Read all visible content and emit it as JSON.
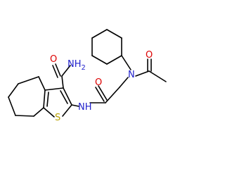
{
  "colors": {
    "background": "#ffffff",
    "bond": "#000000",
    "nitrogen": "#2222cc",
    "oxygen": "#dd0000",
    "sulfur": "#b8a000"
  },
  "atoms": {
    "amide_n": "NH",
    "amide_n_sub": "2",
    "amide_o": "O",
    "thiophene_s": "S",
    "amine_n": "NH",
    "carbonyl_o": "O",
    "tertiary_n": "N",
    "acetyl_o": "O"
  }
}
